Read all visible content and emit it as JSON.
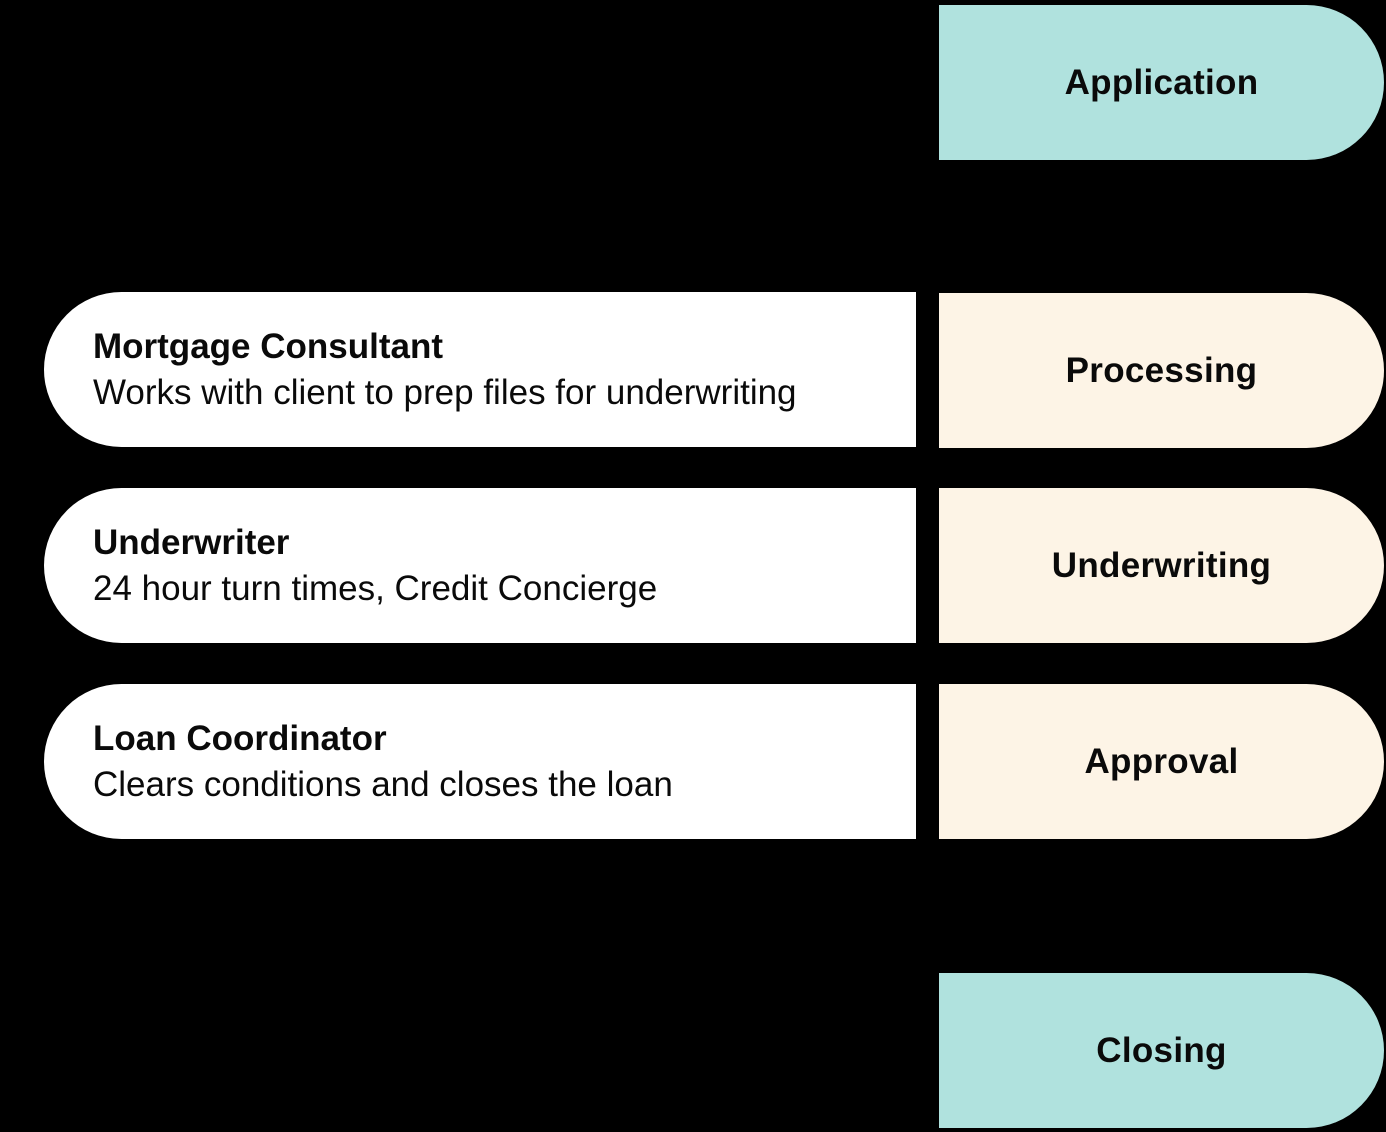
{
  "colors": {
    "background": "#000000",
    "milestone": "#b0e2de",
    "step": "#fdf4e6",
    "role_card": "#ffffff"
  },
  "stages": [
    {
      "label": "Application",
      "kind": "milestone"
    },
    {
      "label": "Processing",
      "kind": "step"
    },
    {
      "label": "Underwriting",
      "kind": "step"
    },
    {
      "label": "Approval",
      "kind": "step"
    },
    {
      "label": "Closing",
      "kind": "milestone"
    }
  ],
  "roles": [
    {
      "title": "Mortgage Consultant",
      "description": "Works with client to prep files for underwriting"
    },
    {
      "title": "Underwriter",
      "description": "24 hour turn times, Credit Concierge"
    },
    {
      "title": "Loan Coordinator",
      "description": "Clears conditions and closes the loan"
    }
  ]
}
